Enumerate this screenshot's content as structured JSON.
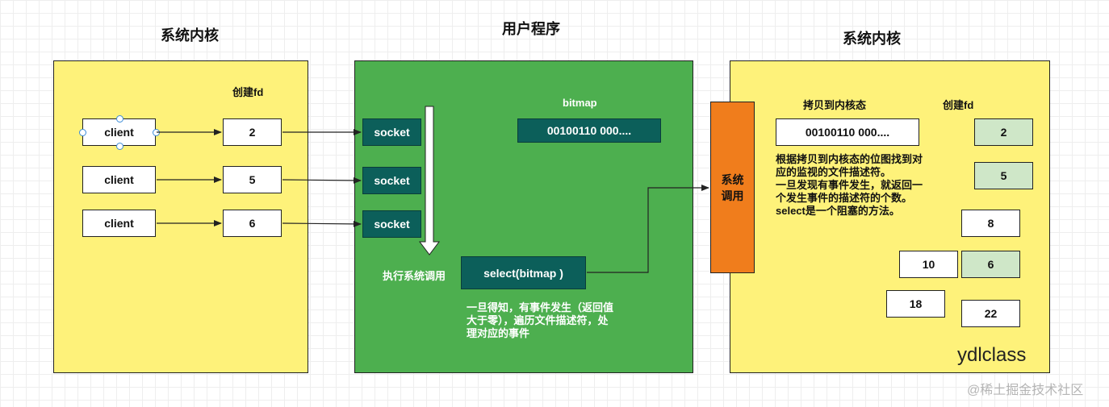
{
  "left_panel": {
    "title": "系统内核",
    "fd_header": "创建fd",
    "clients": [
      "client",
      "client",
      "client"
    ],
    "fds": [
      "2",
      "5",
      "6"
    ]
  },
  "middle_panel": {
    "title": "用户程序",
    "sockets": [
      "socket",
      "socket",
      "socket"
    ],
    "bitmap_label": "bitmap",
    "bitmap_value": "00100110 000....",
    "exec_label": "执行系统调用",
    "select_label": "select(bitmap )",
    "note_lines": [
      "一旦得知，有事件发生（返回值",
      "大于零），遍历文件描述符，处",
      "理对应的事件"
    ]
  },
  "syscall_label": "系统\n调用",
  "right_panel": {
    "title": "系统内核",
    "copy_label": "拷贝到内核态",
    "fd_header": "创建fd",
    "bitmap_value": "00100110 000....",
    "note_lines": [
      "根据拷贝到内核态的位图找到对",
      "应的监视的文件描述符。",
      "一旦发现有事件发生，就返回一",
      "个发生事件的描述符的个数。",
      "select是一个阻塞的方法。"
    ],
    "fd_values": [
      "2",
      "5",
      "8",
      "10",
      "6",
      "18",
      "22"
    ],
    "brand": "ydlclass"
  },
  "watermark": "@稀土掘金技术社区",
  "colors": {
    "kernel_panel": "#fef27a",
    "user_panel": "#4daf4f",
    "teal_box": "#0c5f5a",
    "syscall_box": "#f07d1c",
    "highlight_fd": "#cfe7c8"
  }
}
